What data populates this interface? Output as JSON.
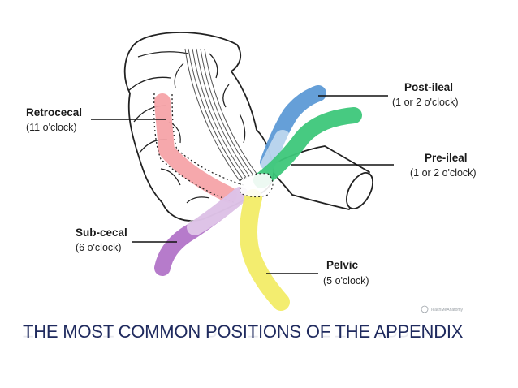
{
  "title": "THE MOST COMMON POSITIONS OF THE APPENDIX",
  "credit": "TeachMeAnatomy",
  "labels": {
    "retrocecal": {
      "name": "Retrocecal",
      "clock": "(11 o'clock)",
      "color": "#f5a3a8"
    },
    "post_ileal": {
      "name": "Post-ileal",
      "clock": "(1 or 2 o'clock)",
      "color": "#5d9ad6"
    },
    "pre_ileal": {
      "name": "Pre-ileal",
      "clock": "(1 or 2 o'clock)",
      "color": "#3dc77a"
    },
    "sub_cecal": {
      "name": "Sub-cecal",
      "clock": "(6 o'clock)",
      "color": "#b274c8"
    },
    "pelvic": {
      "name": "Pelvic",
      "clock": "(5 o'clock)",
      "color": "#f3ec6a"
    }
  },
  "colors": {
    "title": "#1f2a5e",
    "outline": "#222222"
  }
}
